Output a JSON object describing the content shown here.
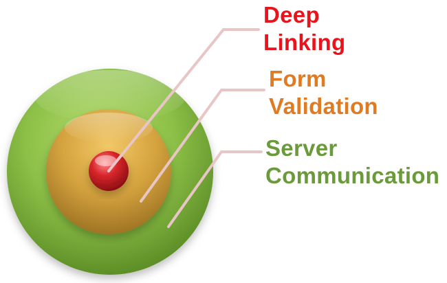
{
  "layers": [
    {
      "id": "inner",
      "lines": [
        "Deep",
        "Linking"
      ],
      "color": "#e8141c"
    },
    {
      "id": "middle",
      "lines": [
        "Form",
        "Validation"
      ],
      "color": "#e07b22"
    },
    {
      "id": "outer",
      "lines": [
        "Server",
        "Communication"
      ],
      "color": "#6b9a3c"
    }
  ],
  "colors": {
    "outer_ring": "#8cc047",
    "middle_ring": "#d4a23e",
    "center_dot": "#d9262c",
    "connector": "#e9c6c6"
  }
}
